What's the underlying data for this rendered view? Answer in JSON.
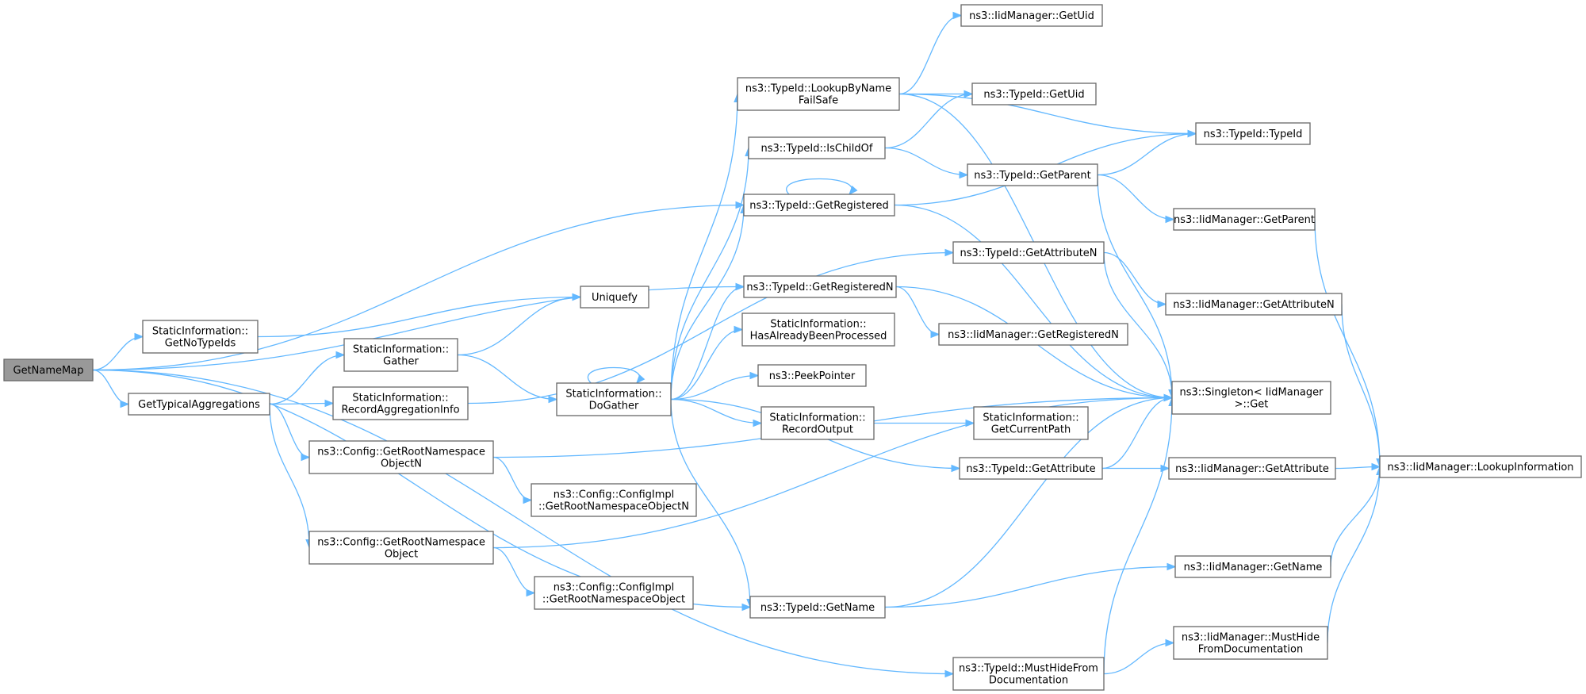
{
  "graph": {
    "root": "GetNameMap",
    "nodes": [
      {
        "id": "GetNameMap",
        "lines": [
          "GetNameMap"
        ],
        "root": true,
        "interactable": false
      },
      {
        "id": "GetNoTypeIds",
        "lines": [
          "StaticInformation::",
          "GetNoTypeIds"
        ],
        "interactable": true
      },
      {
        "id": "GetTypicalAggregations",
        "lines": [
          "GetTypicalAggregations"
        ],
        "interactable": true
      },
      {
        "id": "Gather",
        "lines": [
          "StaticInformation::",
          "Gather"
        ],
        "interactable": true
      },
      {
        "id": "RecordAggregationInfo",
        "lines": [
          "StaticInformation::",
          "RecordAggregationInfo"
        ],
        "interactable": true
      },
      {
        "id": "GetRootNamespaceObjectN",
        "lines": [
          "ns3::Config::GetRootNamespace",
          "ObjectN"
        ],
        "interactable": true
      },
      {
        "id": "GetRootNamespaceObject",
        "lines": [
          "ns3::Config::GetRootNamespace",
          "Object"
        ],
        "interactable": true
      },
      {
        "id": "Uniquefy",
        "lines": [
          "Uniquefy"
        ],
        "interactable": true
      },
      {
        "id": "DoGather",
        "lines": [
          "StaticInformation::",
          "DoGather"
        ],
        "interactable": true
      },
      {
        "id": "ImplGetRootNamespaceObjectN",
        "lines": [
          "ns3::Config::ConfigImpl",
          "::GetRootNamespaceObjectN"
        ],
        "interactable": true
      },
      {
        "id": "ImplGetRootNamespaceObject",
        "lines": [
          "ns3::Config::ConfigImpl",
          "::GetRootNamespaceObject"
        ],
        "interactable": true
      },
      {
        "id": "LookupByNameFailSafe",
        "lines": [
          "ns3::TypeId::LookupByName",
          "FailSafe"
        ],
        "interactable": true
      },
      {
        "id": "IsChildOf",
        "lines": [
          "ns3::TypeId::IsChildOf"
        ],
        "interactable": true
      },
      {
        "id": "GetRegistered",
        "lines": [
          "ns3::TypeId::GetRegistered"
        ],
        "interactable": true
      },
      {
        "id": "GetRegisteredN",
        "lines": [
          "ns3::TypeId::GetRegisteredN"
        ],
        "interactable": true
      },
      {
        "id": "HasAlreadyBeenProcessed",
        "lines": [
          "StaticInformation::",
          "HasAlreadyBeenProcessed"
        ],
        "interactable": true
      },
      {
        "id": "PeekPointer",
        "lines": [
          "ns3::PeekPointer"
        ],
        "interactable": true
      },
      {
        "id": "RecordOutput",
        "lines": [
          "StaticInformation::",
          "RecordOutput"
        ],
        "interactable": true
      },
      {
        "id": "TypeIdGetName",
        "lines": [
          "ns3::TypeId::GetName"
        ],
        "interactable": true
      },
      {
        "id": "IidGetUid",
        "lines": [
          "ns3::IidManager::GetUid"
        ],
        "interactable": true
      },
      {
        "id": "TypeIdGetUid",
        "lines": [
          "ns3::TypeId::GetUid"
        ],
        "interactable": true
      },
      {
        "id": "TypeIdGetParent",
        "lines": [
          "ns3::TypeId::GetParent"
        ],
        "interactable": true
      },
      {
        "id": "TypeIdGetAttributeN",
        "lines": [
          "ns3::TypeId::GetAttributeN"
        ],
        "interactable": true
      },
      {
        "id": "IidGetRegisteredN",
        "lines": [
          "ns3::IidManager::GetRegisteredN"
        ],
        "interactable": true
      },
      {
        "id": "GetCurrentPath",
        "lines": [
          "StaticInformation::",
          "GetCurrentPath"
        ],
        "interactable": true
      },
      {
        "id": "TypeIdGetAttribute",
        "lines": [
          "ns3::TypeId::GetAttribute"
        ],
        "interactable": true
      },
      {
        "id": "MustHideFromDocumentation",
        "lines": [
          "ns3::TypeId::MustHideFrom",
          "Documentation"
        ],
        "interactable": true
      },
      {
        "id": "TypeIdTypeId",
        "lines": [
          "ns3::TypeId::TypeId"
        ],
        "interactable": true
      },
      {
        "id": "IidGetParent",
        "lines": [
          "ns3::IidManager::GetParent"
        ],
        "interactable": true
      },
      {
        "id": "IidGetAttributeN",
        "lines": [
          "ns3::IidManager::GetAttributeN"
        ],
        "interactable": true
      },
      {
        "id": "SingletonGet",
        "lines": [
          "ns3::Singleton< IidManager",
          " >::Get"
        ],
        "interactable": true
      },
      {
        "id": "IidGetAttribute",
        "lines": [
          "ns3::IidManager::GetAttribute"
        ],
        "interactable": true
      },
      {
        "id": "IidGetName",
        "lines": [
          "ns3::IidManager::GetName"
        ],
        "interactable": true
      },
      {
        "id": "IidMustHide",
        "lines": [
          "ns3::IidManager::MustHide",
          "FromDocumentation"
        ],
        "interactable": true
      },
      {
        "id": "LookupInformation",
        "lines": [
          "ns3::IidManager::LookupInformation"
        ],
        "interactable": true
      }
    ],
    "edges": [
      [
        "GetNameMap",
        "GetNoTypeIds"
      ],
      [
        "GetNameMap",
        "GetTypicalAggregations"
      ],
      [
        "GetNameMap",
        "GetRegistered"
      ],
      [
        "GetNameMap",
        "GetRegisteredN"
      ],
      [
        "GetNameMap",
        "TypeIdGetName"
      ],
      [
        "GetNameMap",
        "MustHideFromDocumentation"
      ],
      [
        "GetNoTypeIds",
        "Uniquefy"
      ],
      [
        "GetTypicalAggregations",
        "Gather"
      ],
      [
        "GetTypicalAggregations",
        "RecordAggregationInfo"
      ],
      [
        "GetTypicalAggregations",
        "GetRootNamespaceObjectN"
      ],
      [
        "GetTypicalAggregations",
        "GetRootNamespaceObject"
      ],
      [
        "Gather",
        "Uniquefy"
      ],
      [
        "Gather",
        "DoGather"
      ],
      [
        "RecordAggregationInfo",
        "TypeIdGetAttributeN"
      ],
      [
        "GetRootNamespaceObjectN",
        "ImplGetRootNamespaceObjectN"
      ],
      [
        "GetRootNamespaceObjectN",
        "SingletonGet"
      ],
      [
        "GetRootNamespaceObject",
        "ImplGetRootNamespaceObject"
      ],
      [
        "GetRootNamespaceObject",
        "SingletonGet"
      ],
      [
        "DoGather",
        "DoGather"
      ],
      [
        "DoGather",
        "LookupByNameFailSafe"
      ],
      [
        "DoGather",
        "IsChildOf"
      ],
      [
        "DoGather",
        "GetRegistered"
      ],
      [
        "DoGather",
        "GetRegisteredN"
      ],
      [
        "DoGather",
        "HasAlreadyBeenProcessed"
      ],
      [
        "DoGather",
        "PeekPointer"
      ],
      [
        "DoGather",
        "RecordOutput"
      ],
      [
        "DoGather",
        "TypeIdGetAttribute"
      ],
      [
        "DoGather",
        "TypeIdGetName"
      ],
      [
        "LookupByNameFailSafe",
        "IidGetUid"
      ],
      [
        "LookupByNameFailSafe",
        "TypeIdGetUid"
      ],
      [
        "LookupByNameFailSafe",
        "TypeIdTypeId"
      ],
      [
        "LookupByNameFailSafe",
        "SingletonGet"
      ],
      [
        "IsChildOf",
        "TypeIdGetUid"
      ],
      [
        "IsChildOf",
        "TypeIdGetParent"
      ],
      [
        "GetRegistered",
        "GetRegistered"
      ],
      [
        "GetRegistered",
        "TypeIdTypeId"
      ],
      [
        "GetRegistered",
        "SingletonGet"
      ],
      [
        "GetRegisteredN",
        "IidGetRegisteredN"
      ],
      [
        "GetRegisteredN",
        "SingletonGet"
      ],
      [
        "RecordOutput",
        "GetCurrentPath"
      ],
      [
        "TypeIdGetName",
        "SingletonGet"
      ],
      [
        "TypeIdGetName",
        "IidGetName"
      ],
      [
        "TypeIdGetParent",
        "TypeIdTypeId"
      ],
      [
        "TypeIdGetParent",
        "IidGetParent"
      ],
      [
        "TypeIdGetParent",
        "SingletonGet"
      ],
      [
        "TypeIdGetAttributeN",
        "IidGetAttributeN"
      ],
      [
        "TypeIdGetAttributeN",
        "SingletonGet"
      ],
      [
        "TypeIdGetAttribute",
        "SingletonGet"
      ],
      [
        "TypeIdGetAttribute",
        "IidGetAttribute"
      ],
      [
        "MustHideFromDocumentation",
        "SingletonGet"
      ],
      [
        "MustHideFromDocumentation",
        "IidMustHide"
      ],
      [
        "IidGetParent",
        "LookupInformation"
      ],
      [
        "IidGetAttributeN",
        "LookupInformation"
      ],
      [
        "IidGetAttribute",
        "LookupInformation"
      ],
      [
        "IidGetName",
        "LookupInformation"
      ],
      [
        "IidMustHide",
        "LookupInformation"
      ]
    ]
  }
}
